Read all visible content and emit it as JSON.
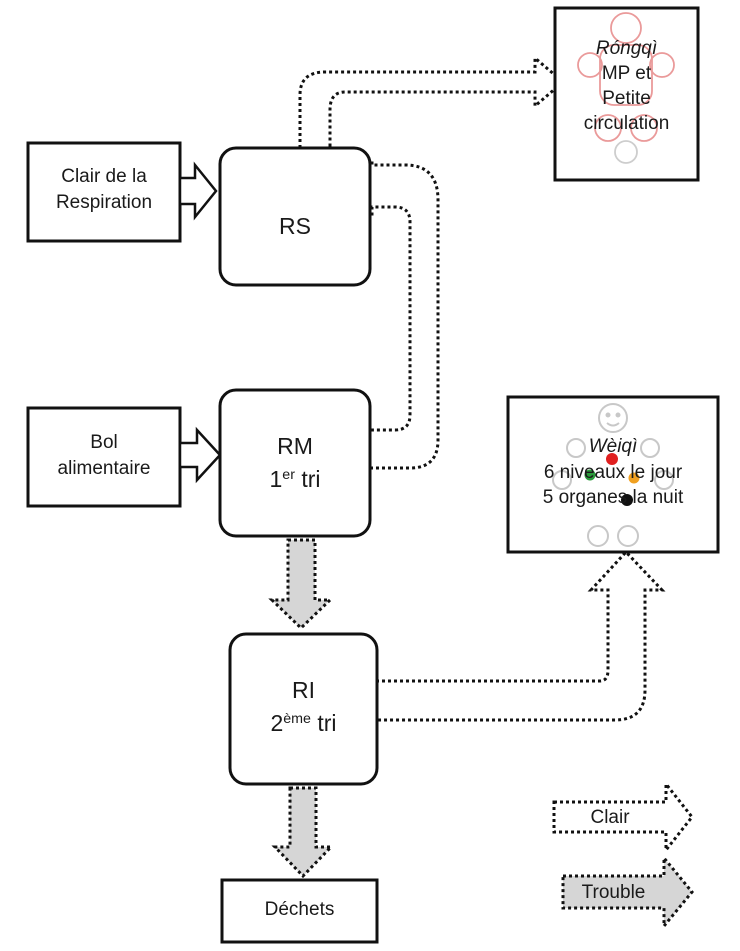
{
  "inputs": {
    "respiration": {
      "line1": "Clair de la",
      "line2": "Respiration"
    },
    "bol": {
      "line1": "Bol",
      "line2": "alimentaire"
    }
  },
  "boxes": {
    "rs": {
      "label": "RS"
    },
    "rm": {
      "line1": "RM",
      "tri_num": "1",
      "tri_sup": "er",
      "tri_word": " tri"
    },
    "ri": {
      "line1": "RI",
      "tri_num": "2",
      "tri_sup": "ème",
      "tri_word": " tri"
    },
    "dechets": {
      "label": "Déchets"
    }
  },
  "outputs": {
    "rongqi": {
      "title": "Róngqì",
      "line2": "MP et",
      "line3": "Petite",
      "line4": "circulation"
    },
    "weiqi": {
      "title": "Wèiqì",
      "line2": "6 niveaux le jour",
      "line3": "5 organes la nuit"
    }
  },
  "legend": {
    "clair": "Clair",
    "trouble": "Trouble"
  },
  "colors": {
    "stroke": "#111111",
    "trouble_fill": "#d6d6d6",
    "figure_line": "#c8c8c8",
    "organ_red": "#e02020",
    "organ_orange": "#f0a020",
    "organ_green": "#2a9a3a",
    "organ_black": "#111111",
    "rongqi_pink": "#e89090"
  }
}
